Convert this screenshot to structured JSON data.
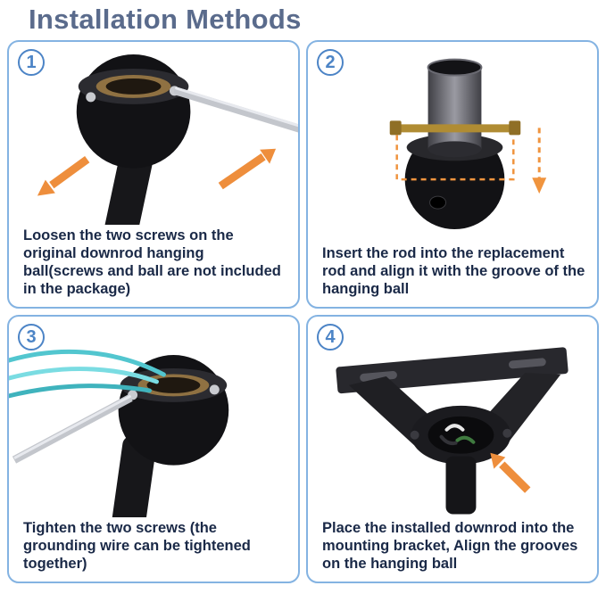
{
  "title": "Installation Methods",
  "colors": {
    "title": "#5a6b8c",
    "panel_border": "#84b3e2",
    "step_number_blue": "#4c84c6",
    "caption_text": "#1a2947",
    "arrow_orange": "#ee8e3c",
    "wire_teal": "#52c6cf",
    "brass_pin": "#b08c33"
  },
  "steps": [
    {
      "number": "1",
      "caption": "Loosen the two screws on the original downrod hanging ball(screws and ball are not included in the package)",
      "illustration": "hanging ball with screwdriver loosening screws, two orange arrows outward"
    },
    {
      "number": "2",
      "caption": "Insert the rod into the replacement rod and align it with the groove of the hanging ball",
      "illustration": "metal rod with brass cross pin inserted into hanging ball, orange dashed alignment guides and down arrow"
    },
    {
      "number": "3",
      "caption": "Tighten the two screws (the grounding wire can be tightened together)",
      "illustration": "hanging ball with teal grounding wires and screwdriver tightening screws"
    },
    {
      "number": "4",
      "caption": "Place the installed downrod into the mounting bracket, Align the grooves on the hanging ball",
      "illustration": "downrod hanging ball seated in mounting bracket, orange arrow pointing to groove"
    }
  ]
}
